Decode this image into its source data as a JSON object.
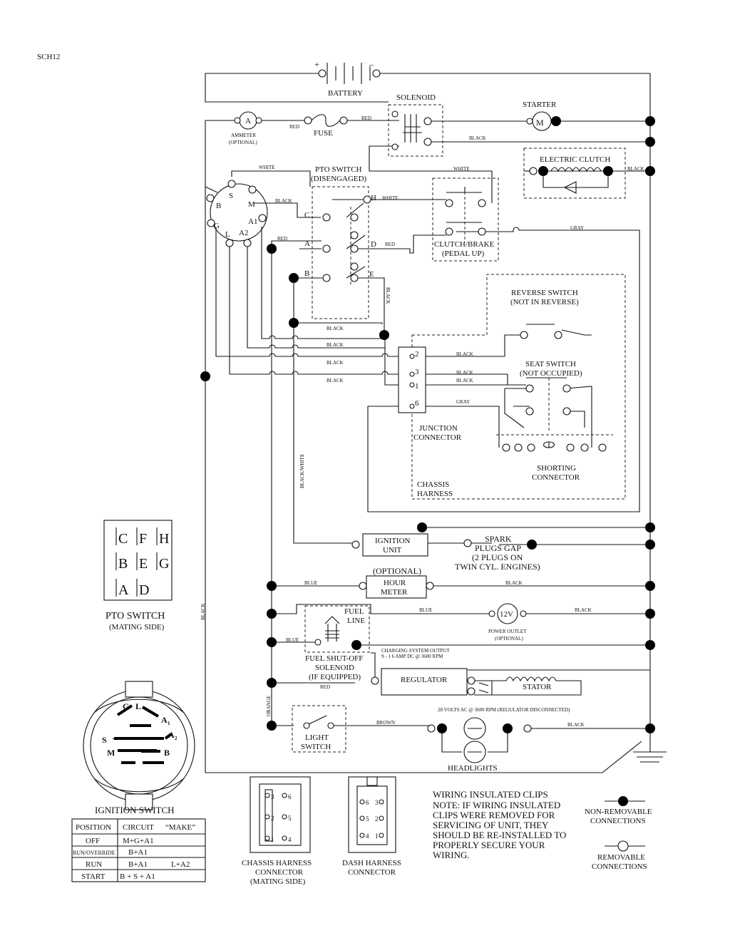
{
  "code": "SCH12",
  "components": {
    "battery": {
      "label": "BATTERY",
      "plus": "+",
      "minus": "–"
    },
    "solenoid": "SOLENOID",
    "starter": {
      "label": "STARTER",
      "symbol": "M"
    },
    "ammeter": {
      "line1": "AMMETER",
      "line2": "(OPTIONAL)",
      "symbol": "A"
    },
    "fuse": "FUSE",
    "electric_clutch": "ELECTRIC CLUTCH",
    "pto_switch": {
      "line1": "PTO SWITCH",
      "line2": "(DISENGAGED)"
    },
    "clutch_brake": {
      "line1": "CLUTCH/BRAKE",
      "line2": "(PEDAL UP)"
    },
    "reverse_switch": {
      "line1": "REVERSE SWITCH",
      "line2": "(NOT IN REVERSE)"
    },
    "seat_switch": {
      "line1": "SEAT SWITCH",
      "line2": "(NOT OCCUPIED)"
    },
    "junction_connector": {
      "line1": "JUNCTION",
      "line2": "CONNECTOR"
    },
    "shorting_connector": {
      "line1": "SHORTING",
      "line2": "CONNECTOR"
    },
    "chassis_harness": {
      "line1": "CHASSIS",
      "line2": "HARNESS"
    },
    "ignition_unit": {
      "line1": "IGNITION",
      "line2": "UNIT"
    },
    "spark_plugs": {
      "line1": "SPARK",
      "line2": "PLUGS GAP",
      "line3": "(2 PLUGS ON",
      "line4": "TWIN CYL. ENGINES)"
    },
    "hour_meter": {
      "optional": "(OPTIONAL)",
      "line1": "HOUR",
      "line2": "METER"
    },
    "fuel_line": {
      "line1": "FUEL",
      "line2": "LINE"
    },
    "power_outlet": {
      "line1": "POWER OUTLET",
      "line2": "(OPTIONAL)",
      "symbol": "12V"
    },
    "fuel_solenoid": {
      "line1": "FUEL SHUT-OFF",
      "line2": "SOLENOID",
      "line3": "(IF EQUIPPED)"
    },
    "charging": {
      "line1": "CHARGING SYSTEM OUTPUT",
      "line2": "9 - 1 6 AMP DC @ 3600 RPM"
    },
    "regulator": "REGULATOR",
    "stator": "STATOR",
    "stator_note": "28 VOLTS AC @ 3600 RPM (REGULATOR DISCONNECTED)",
    "light_switch": {
      "line1": "LIGHT",
      "line2": "SWITCH"
    },
    "headlights": "HEADLIGHTS"
  },
  "ignition_terminals": [
    "S",
    "M",
    "B",
    "A1",
    "G",
    "L",
    "A2"
  ],
  "pto_terminals": [
    "C",
    "H",
    "A",
    "D",
    "B",
    "E"
  ],
  "junction_pins": [
    "2",
    "3",
    "1",
    "6"
  ],
  "wires": {
    "red": "RED",
    "black": "BLACK",
    "white": "WHITE",
    "gray": "GRAY",
    "blue": "BLUE",
    "brown": "BROWN",
    "orange": "ORANGE",
    "black_white": "BLACK/WHITE"
  },
  "pto_mating": {
    "row1": [
      "C",
      "F",
      "H"
    ],
    "row2": [
      "B",
      "E",
      "G"
    ],
    "row3": [
      "A",
      "D"
    ],
    "line1": "PTO SWITCH",
    "line2": "(MATING SIDE)"
  },
  "ignition_switch": {
    "title": "IGNITION SWITCH",
    "face": {
      "g": "G",
      "l": "L",
      "a1": "A",
      "a1s": "1",
      "s": "S",
      "a2": "A",
      "a2s": "2",
      "m": "M",
      "b": "B"
    },
    "headers": [
      "POSITION",
      "CIRCUIT",
      "“MAKE”"
    ],
    "rows": [
      [
        "OFF",
        "M+G+A1",
        ""
      ],
      [
        "RUN/OVERRIDE",
        "B+A1",
        ""
      ],
      [
        "RUN",
        "B+A1",
        "L+A2"
      ],
      [
        "START",
        "B + S + A1",
        ""
      ]
    ]
  },
  "chassis_conn": {
    "pins": [
      "3",
      "6",
      "2",
      "5",
      "1",
      "4"
    ],
    "line1": "CHASSIS HARNESS",
    "line2": "CONNECTOR",
    "line3": "(MATING SIDE)"
  },
  "dash_conn": {
    "pins": [
      "6",
      "3",
      "5",
      "2",
      "4",
      "1"
    ],
    "line1": "DASH HARNESS",
    "line2": "CONNECTOR"
  },
  "note": {
    "title": "WIRING INSULATED CLIPS",
    "lines": [
      "NOTE:  IF WIRING INSULATED",
      "CLIPS WERE REMOVED FOR",
      "SERVICING OF UNIT, THEY",
      "SHOULD BE RE-INSTALLED TO",
      "PROPERLY SECURE YOUR",
      "WIRING."
    ]
  },
  "legend": {
    "nonremovable": {
      "line1": "NON-REMOVABLE",
      "line2": "CONNECTIONS"
    },
    "removable": {
      "line1": "REMOVABLE",
      "line2": "CONNECTIONS"
    }
  }
}
